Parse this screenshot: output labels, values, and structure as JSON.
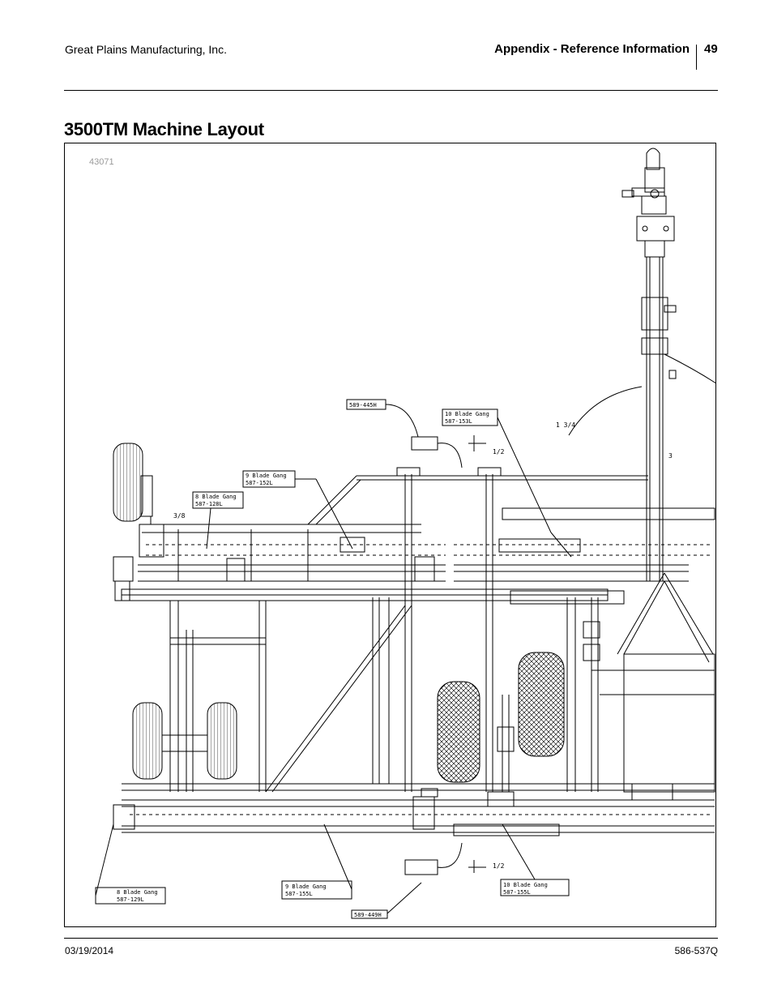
{
  "header": {
    "company": "Great Plains Manufacturing, Inc.",
    "section": "Appendix - Reference Information",
    "page_number": "49"
  },
  "title": "3500TM Machine Layout",
  "figure": {
    "number": "43071",
    "callouts": {
      "top_10_gang": [
        "10 Blade Gang",
        "587-153L"
      ],
      "top_9_gang": [
        "9 Blade Gang",
        "587-152L"
      ],
      "top_8_gang": [
        "8 Blade Gang",
        "587-128L"
      ],
      "top_part": "589-445H",
      "bot_8_gang": [
        "8 Blade Gang",
        "587-129L"
      ],
      "bot_9_gang": [
        "9 Blade Gang",
        "587-155L"
      ],
      "bot_10_gang": [
        "10 Blade Gang",
        "587-155L"
      ],
      "bot_part": "589-449H"
    },
    "dims": {
      "d_3_8": "3/8",
      "d_1_2_top": "1/2",
      "d_1_3_4": "1 3/4",
      "d_1_2_bot": "1/2",
      "d_3": "3"
    }
  },
  "footer": {
    "date": "03/19/2014",
    "doc_number": "586-537Q"
  }
}
